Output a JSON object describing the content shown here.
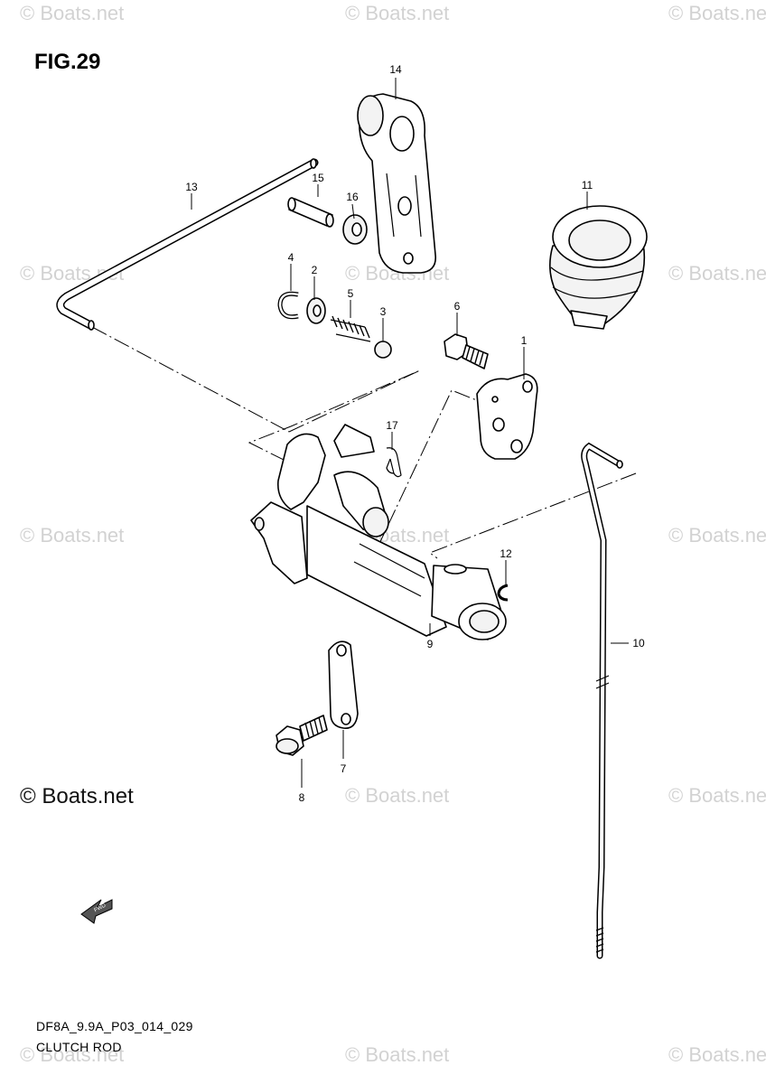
{
  "figure": {
    "title": "FIG.29"
  },
  "watermark": {
    "text": "© Boats.net"
  },
  "copyright": {
    "text": "© Boats.net"
  },
  "footer": {
    "diagram_code": "DF8A_9.9A_P03_014_029",
    "diagram_name": "CLUTCH ROD"
  },
  "fwd_arrow": {
    "label": "FWD"
  },
  "callouts": {
    "c1": "1",
    "c2": "2",
    "c3": "3",
    "c4": "4",
    "c5": "5",
    "c6": "6",
    "c7": "7",
    "c8": "8",
    "c9": "9",
    "c10": "10",
    "c11": "11",
    "c12": "12",
    "c13": "13",
    "c14": "14",
    "c15": "15",
    "c16": "16",
    "c17": "17"
  }
}
